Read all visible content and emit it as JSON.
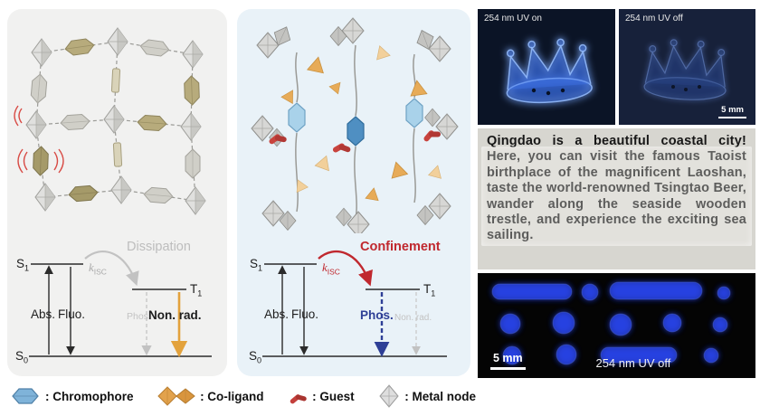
{
  "legend": {
    "chromophore": ": Chromophore",
    "co_ligand": ": Co-ligand",
    "guest": ": Guest",
    "metal_node": ": Metal node"
  },
  "left_diagram": {
    "title": "Dissipation",
    "s1": {
      "base": "S",
      "sub": "1"
    },
    "t1": {
      "base": "T",
      "sub": "1"
    },
    "s0": {
      "base": "S",
      "sub": "0"
    },
    "k": {
      "base": "k",
      "sub": "ISC"
    },
    "abs": "Abs.",
    "fluo": "Fluo.",
    "phos": "Phos.",
    "nonrad": "Non. rad."
  },
  "middle_diagram": {
    "title": "Confinement",
    "s1": {
      "base": "S",
      "sub": "1"
    },
    "t1": {
      "base": "T",
      "sub": "1"
    },
    "s0": {
      "base": "S",
      "sub": "0"
    },
    "k": {
      "base": "k",
      "sub": "ISC"
    },
    "abs": "Abs.",
    "fluo": "Fluo.",
    "phos": "Phos.",
    "nonrad": "Non. rad."
  },
  "photos": {
    "uv_on": "254 nm UV on",
    "uv_off": "254 nm UV off",
    "crown_scale": "5 mm",
    "paragraph": "Qingdao is a beautiful coastal city! Here, you can visit the famous Taoist birthplace of the magnificent Laoshan, taste the world-renowned Tsingtao Beer, wander along the seaside wooden trestle, and experience the exciting sea sailing.",
    "sample_scale": "5 mm",
    "sample_label": "254 nm UV off"
  },
  "colors": {
    "chromophore_blue": "#7fb3d9",
    "co_ligand_orange": "#e2a24c",
    "guest_red": "#c4403c",
    "metal_node_gray": "#d6d6d6",
    "phos_blue": "#2e3f96",
    "nonrad_orange": "#e3a23c",
    "confinement_red": "#c0282e",
    "uv_glow_blue": "#2c49ef"
  }
}
